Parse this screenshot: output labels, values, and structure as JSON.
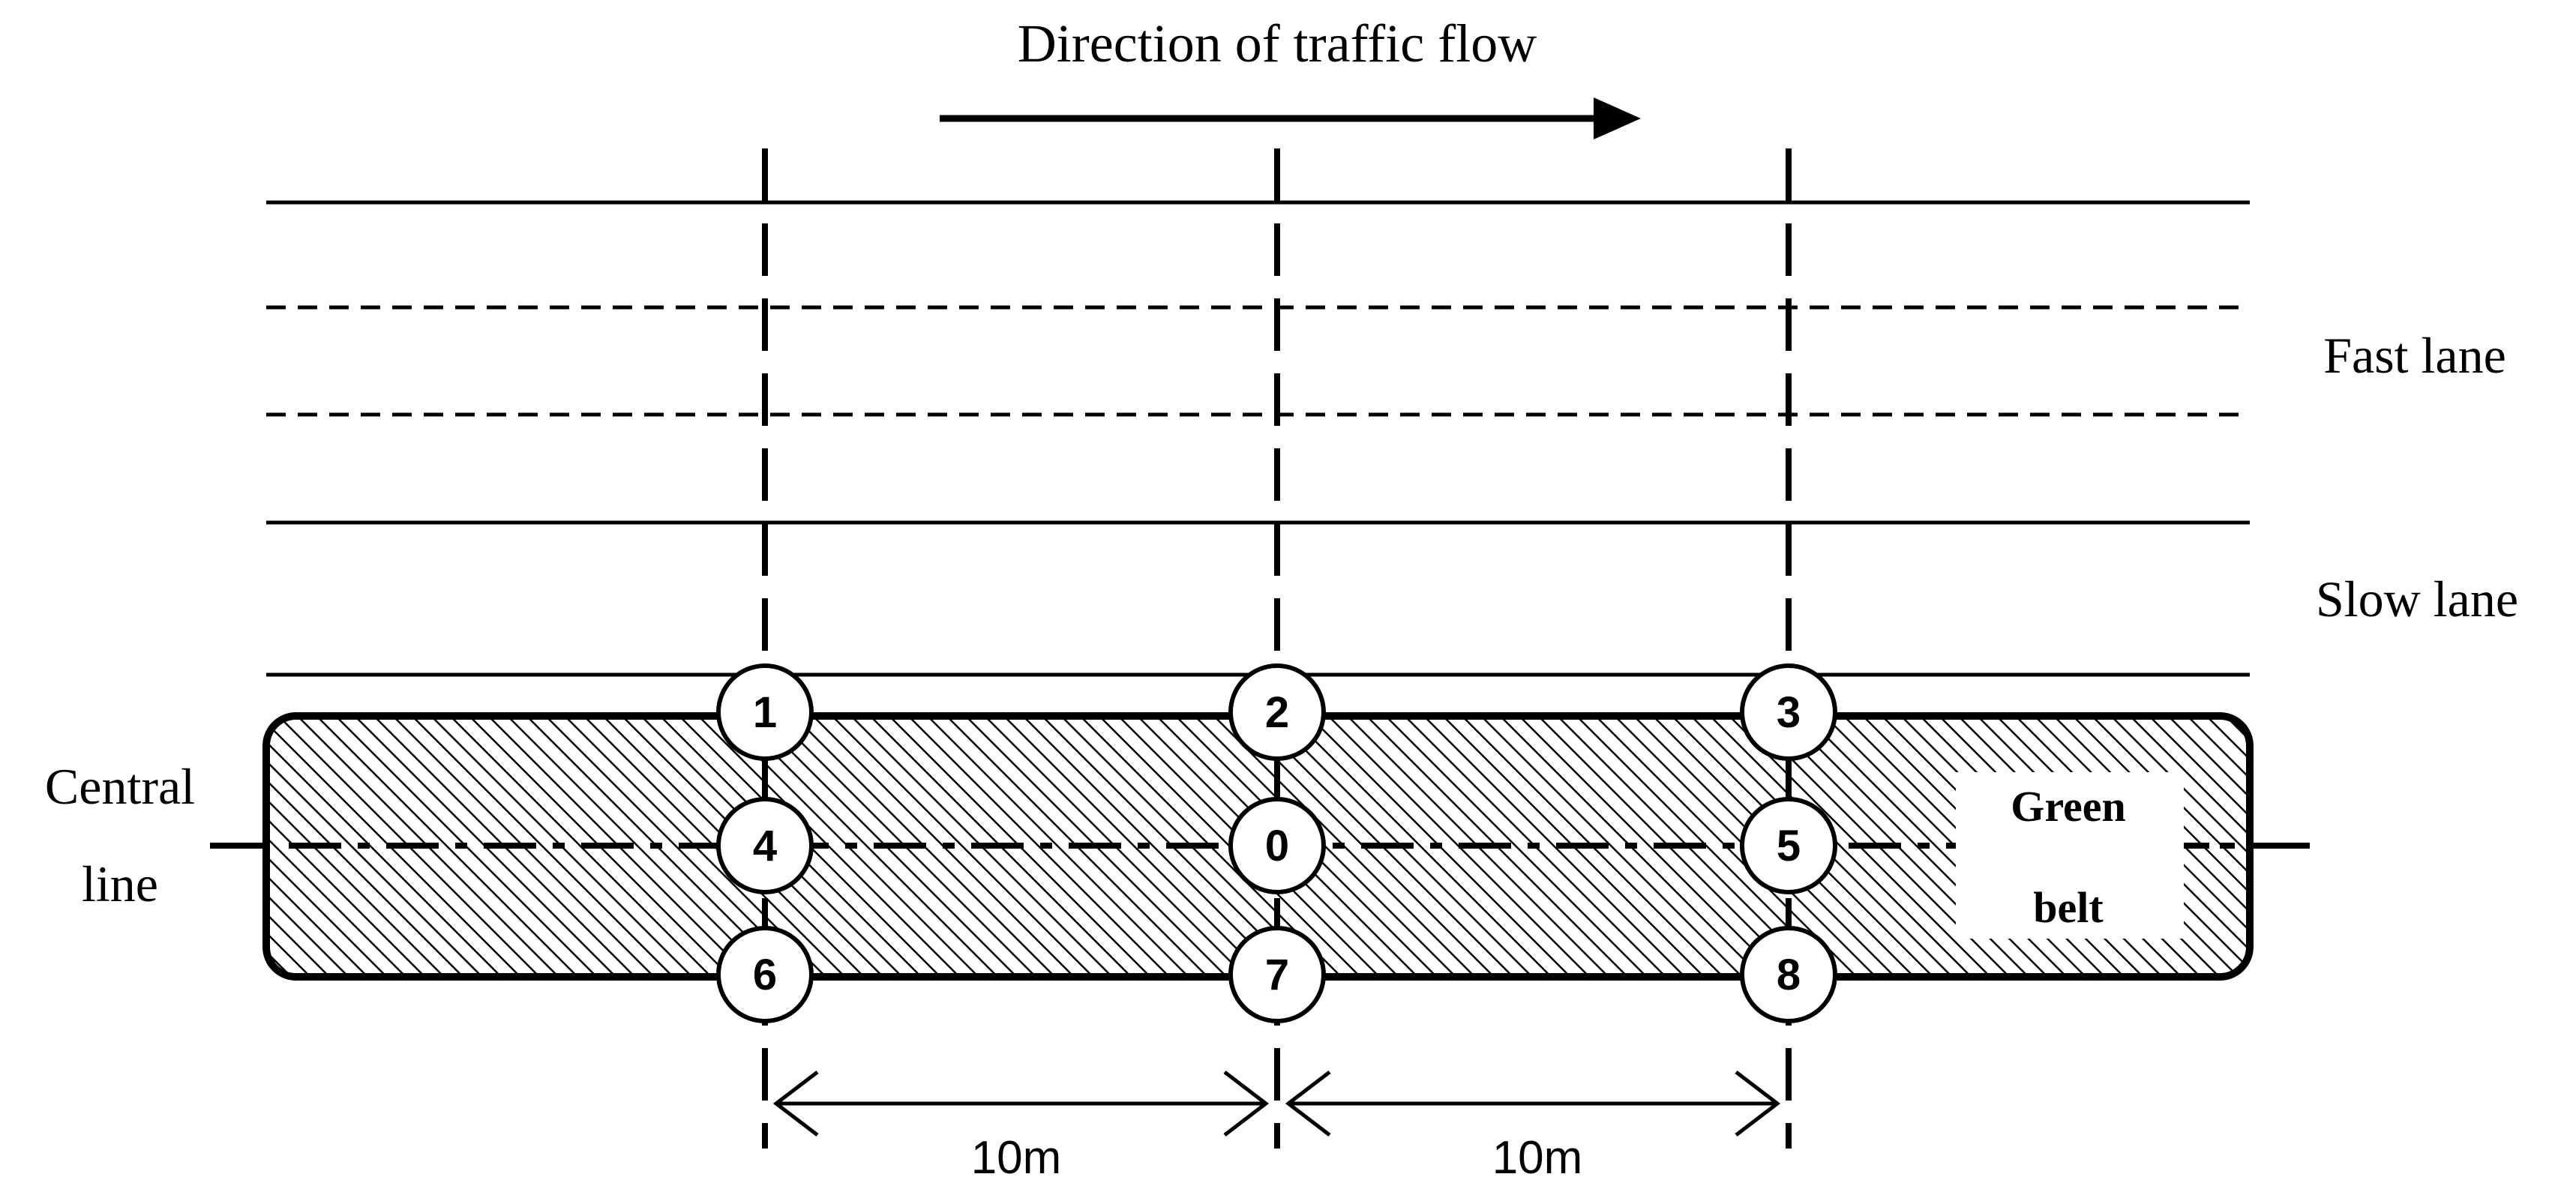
{
  "title": "Direction of traffic flow",
  "lanes": {
    "fast": "Fast lane",
    "slow": "Slow lane"
  },
  "central_line": {
    "line1": "Central",
    "line2": "line"
  },
  "green_belt": {
    "line1": "Green",
    "line2": "belt"
  },
  "nodes": [
    "1",
    "2",
    "3",
    "4",
    "0",
    "5",
    "6",
    "7",
    "8"
  ],
  "dimensions": {
    "left": "10m",
    "right": "10m"
  },
  "colors": {
    "ink": "#000000",
    "background": "#ffffff"
  }
}
